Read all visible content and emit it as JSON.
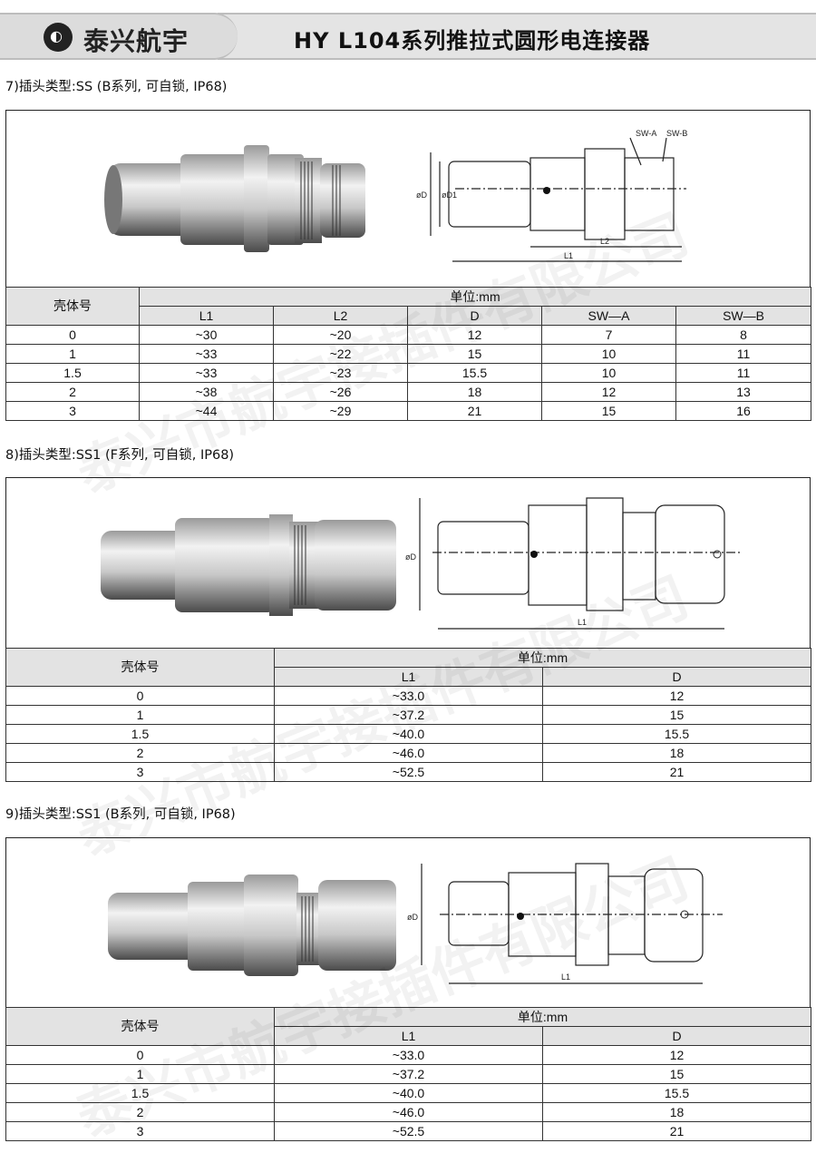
{
  "header": {
    "brand": "泰兴航宇",
    "title": "HY L104系列推拉式圆形电连接器"
  },
  "watermark": "泰兴市航宇接插件有限公司",
  "sections": [
    {
      "title": "7)插头类型:SS (B系列, 可自锁, IP68)",
      "drawing_labels": [
        "SW-A",
        "SW-B",
        "øD",
        "øD1",
        "L2",
        "L1"
      ],
      "table": {
        "row_header": "壳体号",
        "unit": "单位:mm",
        "columns": [
          "L1",
          "L2",
          "D",
          "SW—A",
          "SW—B"
        ],
        "rows": [
          [
            "0",
            "~30",
            "~20",
            "12",
            "7",
            "8"
          ],
          [
            "1",
            "~33",
            "~22",
            "15",
            "10",
            "11"
          ],
          [
            "1.5",
            "~33",
            "~23",
            "15.5",
            "10",
            "11"
          ],
          [
            "2",
            "~38",
            "~26",
            "18",
            "12",
            "13"
          ],
          [
            "3",
            "~44",
            "~29",
            "21",
            "15",
            "16"
          ]
        ]
      }
    },
    {
      "title": "8)插头类型:SS1 (F系列, 可自锁, IP68)",
      "drawing_labels": [
        "øD",
        "L1"
      ],
      "table": {
        "row_header": "壳体号",
        "unit": "单位:mm",
        "columns": [
          "L1",
          "D"
        ],
        "rows": [
          [
            "0",
            "~33.0",
            "12"
          ],
          [
            "1",
            "~37.2",
            "15"
          ],
          [
            "1.5",
            "~40.0",
            "15.5"
          ],
          [
            "2",
            "~46.0",
            "18"
          ],
          [
            "3",
            "~52.5",
            "21"
          ]
        ]
      }
    },
    {
      "title": "9)插头类型:SS1 (B系列, 可自锁, IP68)",
      "drawing_labels": [
        "øD",
        "L1"
      ],
      "table": {
        "row_header": "壳体号",
        "unit": "单位:mm",
        "columns": [
          "L1",
          "D"
        ],
        "rows": [
          [
            "0",
            "~33.0",
            "12"
          ],
          [
            "1",
            "~37.2",
            "15"
          ],
          [
            "1.5",
            "~40.0",
            "15.5"
          ],
          [
            "2",
            "~46.0",
            "18"
          ],
          [
            "3",
            "~52.5",
            "21"
          ]
        ]
      }
    }
  ]
}
